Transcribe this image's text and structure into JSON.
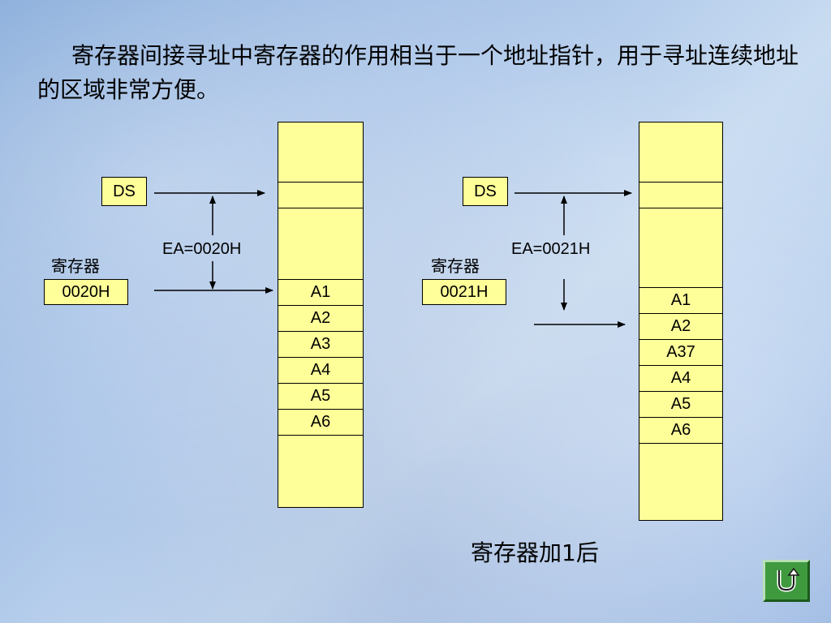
{
  "title": "寄存器间接寻址中寄存器的作用相当于一个地址指针，用于寻址连续地址的区域非常方便。",
  "left": {
    "ds_label": "DS",
    "reg_label": "寄存器",
    "reg_value": "0020H",
    "ea_label": "EA=0020H",
    "cells": [
      "A1",
      "A2",
      "A3",
      "A4",
      "A5",
      "A6"
    ]
  },
  "right": {
    "ds_label": "DS",
    "reg_label": "寄存器",
    "reg_value": "0021H",
    "ea_label": "EA=0021H",
    "cells": [
      "A1",
      "A2",
      "A37",
      "A4",
      "A5",
      "A6"
    ]
  },
  "caption": "寄存器加1后",
  "colors": {
    "cell_fill": "#ffff99",
    "button": "#3f9a3f"
  },
  "icons": {
    "return": "u-turn-return-icon"
  }
}
